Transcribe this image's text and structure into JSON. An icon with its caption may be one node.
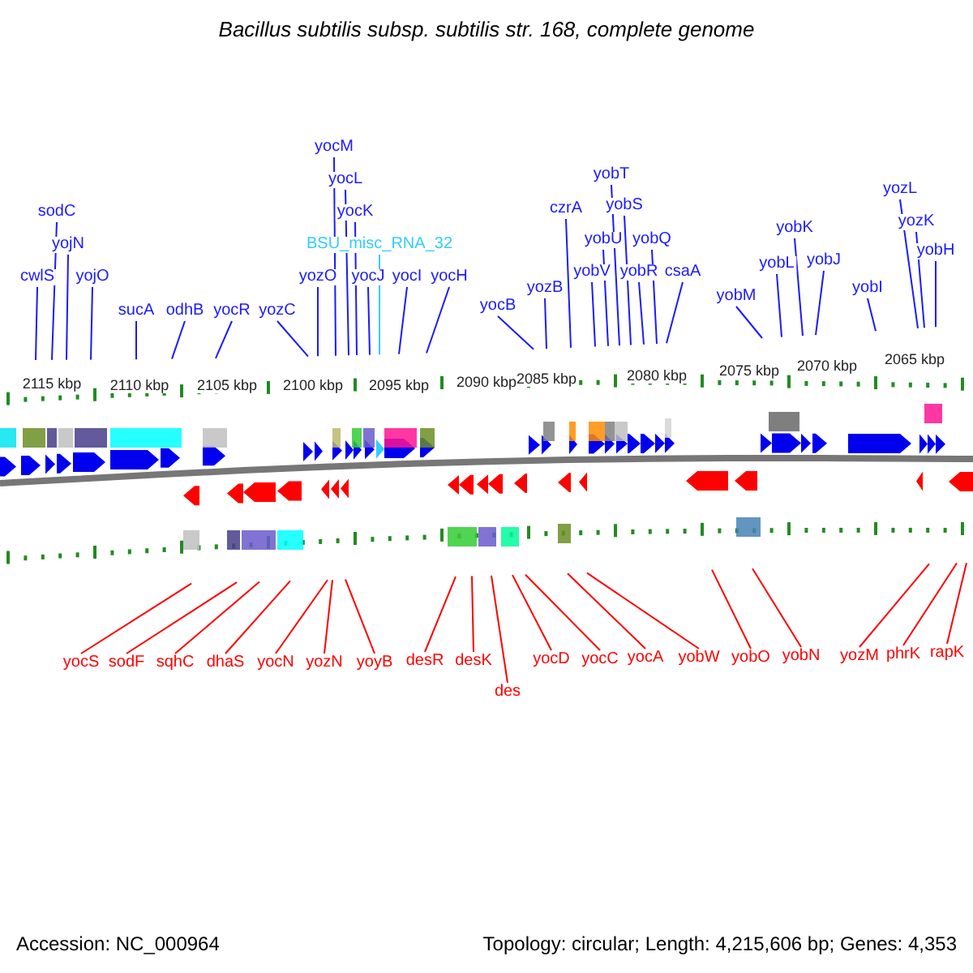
{
  "diagram": {
    "title": "Bacillus subtilis subsp. subtilis str. 168, complete genome",
    "nodes": [
      {
        "text": [
          "cwlS"
        ]
      },
      {
        "text": [
          "sodC"
        ]
      },
      {
        "text": [
          "yojN"
        ]
      },
      {
        "text": [
          "yojO"
        ]
      },
      {
        "text": [
          "sucA"
        ]
      },
      {
        "text": [
          "odhB"
        ]
      },
      {
        "text": [
          "yocR"
        ]
      },
      {
        "text": [
          "yozC"
        ]
      },
      {
        "text": [
          "yozO"
        ]
      },
      {
        "text": [
          "yocM"
        ]
      },
      {
        "text": [
          "yocL"
        ]
      },
      {
        "text": [
          "yocK"
        ]
      },
      {
        "text": [
          "BSU_misc_RNA_32"
        ]
      },
      {
        "text": [
          "yocJ"
        ]
      },
      {
        "text": [
          "yocI"
        ]
      },
      {
        "text": [
          "yocH"
        ]
      },
      {
        "text": [
          "yocB"
        ]
      },
      {
        "text": [
          "yozB"
        ]
      },
      {
        "text": [
          "czrA"
        ]
      },
      {
        "text": [
          "yobV"
        ]
      },
      {
        "text": [
          "yobU"
        ]
      },
      {
        "text": [
          "yobT"
        ]
      },
      {
        "text": [
          "yobS"
        ]
      },
      {
        "text": [
          "yobR"
        ]
      },
      {
        "text": [
          "yobQ"
        ]
      },
      {
        "text": [
          "csaA"
        ]
      },
      {
        "text": [
          "yobM"
        ]
      },
      {
        "text": [
          "yobL"
        ]
      },
      {
        "text": [
          "yobK"
        ]
      },
      {
        "text": [
          "yobJ"
        ]
      },
      {
        "text": [
          "yobI"
        ]
      },
      {
        "text": [
          "yozL"
        ]
      },
      {
        "text": [
          "yozK"
        ]
      },
      {
        "text": [
          "yobH"
        ]
      },
      {
        "text": [
          "yocS"
        ]
      },
      {
        "text": [
          "sodF"
        ]
      },
      {
        "text": [
          "sqhC"
        ]
      },
      {
        "text": [
          "dhaS"
        ]
      },
      {
        "text": [
          "yocN"
        ]
      },
      {
        "text": [
          "yozN"
        ]
      },
      {
        "text": [
          "yoyB"
        ]
      },
      {
        "text": [
          "desR"
        ]
      },
      {
        "text": [
          "desK"
        ]
      },
      {
        "text": [
          "des"
        ]
      },
      {
        "text": [
          "yocD"
        ]
      },
      {
        "text": [
          "yocC"
        ]
      },
      {
        "text": [
          "yocA"
        ]
      },
      {
        "text": [
          "yobW"
        ]
      },
      {
        "text": [
          "yobO"
        ]
      },
      {
        "text": [
          "yobN"
        ]
      },
      {
        "text": [
          "yozM"
        ]
      },
      {
        "text": [
          "phrK"
        ]
      },
      {
        "text": [
          "rapK"
        ]
      }
    ],
    "edges": [
      {
        "from": 0,
        "to": null,
        "arrow": "none"
      },
      {
        "from": 1,
        "to": null,
        "arrow": "none"
      },
      {
        "from": 2,
        "to": null,
        "arrow": "none"
      },
      {
        "from": 3,
        "to": null,
        "arrow": "none"
      },
      {
        "from": 4,
        "to": null,
        "arrow": "none"
      },
      {
        "from": 5,
        "to": null,
        "arrow": "none"
      },
      {
        "from": 6,
        "to": null,
        "arrow": "none"
      },
      {
        "from": 7,
        "to": null,
        "arrow": "none"
      },
      {
        "from": 8,
        "to": null,
        "arrow": "none"
      },
      {
        "from": 9,
        "to": null,
        "arrow": "none"
      },
      {
        "from": 10,
        "to": null,
        "arrow": "none"
      },
      {
        "from": 11,
        "to": null,
        "arrow": "none"
      },
      {
        "from": 12,
        "to": null,
        "arrow": "none",
        "color": "#33ccff"
      },
      {
        "from": 13,
        "to": null,
        "arrow": "none"
      },
      {
        "from": 14,
        "to": null,
        "arrow": "none"
      },
      {
        "from": 15,
        "to": null,
        "arrow": "none"
      },
      {
        "from": 16,
        "to": null,
        "arrow": "none"
      },
      {
        "from": 17,
        "to": null,
        "arrow": "none"
      },
      {
        "from": 18,
        "to": null,
        "arrow": "none"
      },
      {
        "from": 19,
        "to": null,
        "arrow": "none"
      },
      {
        "from": 20,
        "to": null,
        "arrow": "none"
      },
      {
        "from": 21,
        "to": null,
        "arrow": "none"
      },
      {
        "from": 22,
        "to": null,
        "arrow": "none"
      },
      {
        "from": 23,
        "to": null,
        "arrow": "none"
      },
      {
        "from": 24,
        "to": null,
        "arrow": "none"
      },
      {
        "from": 25,
        "to": null,
        "arrow": "none"
      },
      {
        "from": 26,
        "to": null,
        "arrow": "none"
      },
      {
        "from": 27,
        "to": null,
        "arrow": "none"
      },
      {
        "from": 28,
        "to": null,
        "arrow": "none"
      },
      {
        "from": 29,
        "to": null,
        "arrow": "none"
      },
      {
        "from": 30,
        "to": null,
        "arrow": "none"
      },
      {
        "from": 31,
        "to": null,
        "arrow": "none"
      },
      {
        "from": 32,
        "to": null,
        "arrow": "none"
      },
      {
        "from": 33,
        "to": null,
        "arrow": "none"
      },
      {
        "from": 34,
        "to": null,
        "arrow": "none",
        "color": "#ff0000"
      },
      {
        "from": 35,
        "to": null,
        "arrow": "none",
        "color": "#ff0000"
      },
      {
        "from": 36,
        "to": null,
        "arrow": "none",
        "color": "#ff0000"
      },
      {
        "from": 37,
        "to": null,
        "arrow": "none",
        "color": "#ff0000"
      },
      {
        "from": 38,
        "to": null,
        "arrow": "none",
        "color": "#ff0000"
      },
      {
        "from": 39,
        "to": null,
        "arrow": "none",
        "color": "#ff0000"
      },
      {
        "from": 40,
        "to": null,
        "arrow": "none",
        "color": "#ff0000"
      },
      {
        "from": 41,
        "to": null,
        "arrow": "none",
        "color": "#ff0000"
      },
      {
        "from": 42,
        "to": null,
        "arrow": "none",
        "color": "#ff0000"
      },
      {
        "from": 43,
        "to": null,
        "arrow": "none",
        "color": "#ff0000"
      },
      {
        "from": 44,
        "to": null,
        "arrow": "none",
        "color": "#ff0000"
      },
      {
        "from": 45,
        "to": null,
        "arrow": "none",
        "color": "#ff0000"
      },
      {
        "from": 46,
        "to": null,
        "arrow": "none",
        "color": "#ff0000"
      },
      {
        "from": 47,
        "to": null,
        "arrow": "none",
        "color": "#ff0000"
      },
      {
        "from": 48,
        "to": null,
        "arrow": "none",
        "color": "#ff0000"
      },
      {
        "from": 49,
        "to": null,
        "arrow": "none",
        "color": "#ff0000"
      },
      {
        "from": 50,
        "to": null,
        "arrow": "none",
        "color": "#ff0000"
      },
      {
        "from": 51,
        "to": null,
        "arrow": "none",
        "color": "#ff0000"
      },
      {
        "from": 52,
        "to": null,
        "arrow": "none",
        "color": "#ff0000"
      }
    ],
    "labels": [
      "2115 kbp",
      "2110 kbp",
      "2105 kbp",
      "2100 kbp",
      "2095 kbp",
      "2090 kbp",
      "2085 kbp",
      "2080 kbp",
      "2075 kbp",
      "2070 kbp",
      "2065 kbp",
      "Accession: NC_000964",
      "Topology: circular; Length: 4,215,606 bp; Genes: 4,353"
    ]
  }
}
